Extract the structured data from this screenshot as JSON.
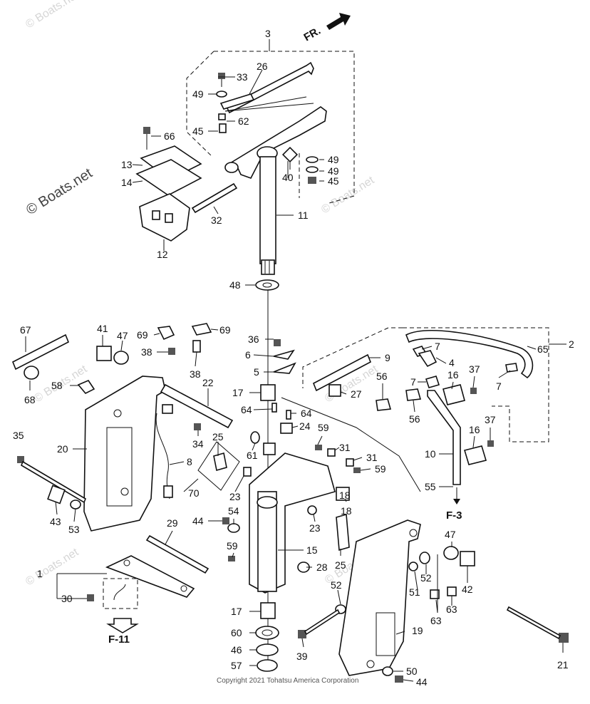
{
  "watermarks": {
    "main": "© Boats.net",
    "faint": "© Boats.net"
  },
  "direction": {
    "label": "FR."
  },
  "copyright": "Copyright 2021 Tohatsu America Corporation",
  "refs": {
    "f11": "F-11",
    "f3": "F-3"
  },
  "labels": {
    "n1": "1",
    "n2": "2",
    "n3": "3",
    "n4": "4",
    "n5": "5",
    "n6": "6",
    "n7": "7",
    "n8": "8",
    "n9": "9",
    "n10": "10",
    "n11": "11",
    "n12": "12",
    "n13": "13",
    "n14": "14",
    "n15": "15",
    "n16": "16",
    "n17": "17",
    "n18": "18",
    "n19": "19",
    "n20": "20",
    "n21": "21",
    "n22": "22",
    "n23": "23",
    "n24": "24",
    "n25": "25",
    "n26": "26",
    "n27": "27",
    "n28": "28",
    "n29": "29",
    "n30": "30",
    "n31": "31",
    "n32": "32",
    "n33": "33",
    "n34": "34",
    "n35": "35",
    "n36": "36",
    "n37": "37",
    "n38": "38",
    "n39": "39",
    "n40": "40",
    "n41": "41",
    "n42": "42",
    "n43": "43",
    "n44": "44",
    "n45": "45",
    "n46": "46",
    "n47": "47",
    "n48": "48",
    "n49": "49",
    "n50": "50",
    "n51": "51",
    "n52": "52",
    "n53": "53",
    "n54": "54",
    "n55": "55",
    "n56": "56",
    "n57": "57",
    "n58": "58",
    "n59": "59",
    "n60": "60",
    "n61": "61",
    "n62": "62",
    "n63": "63",
    "n64": "64",
    "n65": "65",
    "n66": "66",
    "n67": "67",
    "n68": "68",
    "n69": "69",
    "n70": "70"
  }
}
